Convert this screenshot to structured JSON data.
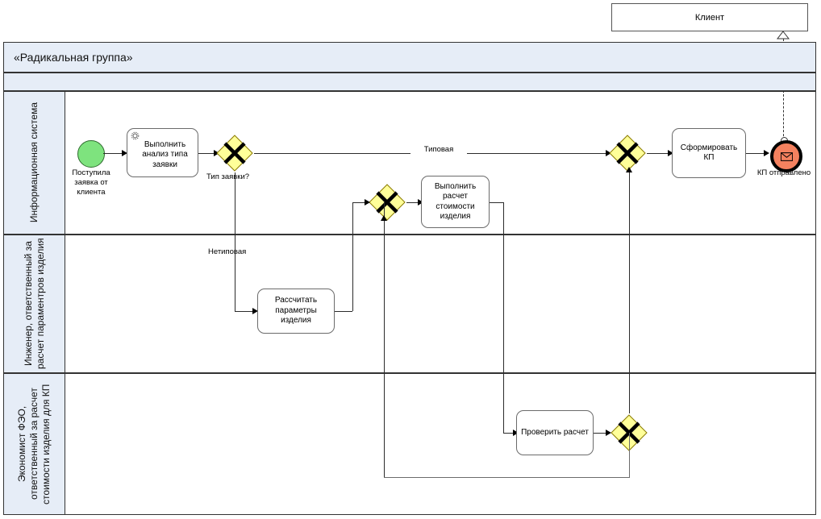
{
  "diagram": {
    "type": "bpmn-collaboration",
    "title": "«Радикальная группа»",
    "external_participant": {
      "label": "Клиент"
    },
    "lanes": [
      {
        "id": "lane-information-system",
        "label": "Информационная система"
      },
      {
        "id": "lane-engineer",
        "label": "Инженер, ответственный за расчет параментров изделия"
      },
      {
        "id": "lane-economist",
        "label": "Экономист ФЭО, ответственный за расчет стоимости изделия для КП"
      }
    ],
    "events": [
      {
        "id": "start-event",
        "kind": "start",
        "label": "Поступила\nзаявка от\nклиента",
        "color": "#7ee37e"
      },
      {
        "id": "end-event-message",
        "kind": "end-message",
        "label": "КП отправлено",
        "color": "#f4815f"
      }
    ],
    "tasks": [
      {
        "id": "task-analyze-request-type",
        "label": "Выполнить\nанализ типа\nзаявки",
        "marker": "service-gear",
        "lane": "lane-information-system"
      },
      {
        "id": "task-generate-kp",
        "label": "Сформировать\nКП",
        "marker": "none",
        "lane": "lane-information-system"
      },
      {
        "id": "task-calc-product-cost",
        "label": "Выполнить\nрасчет\nстоимости\nизделия",
        "marker": "none",
        "lane": "lane-information-system"
      },
      {
        "id": "task-calc-product-params",
        "label": "Рассчитать\nпараметры\nизделия",
        "marker": "none",
        "lane": "lane-engineer"
      },
      {
        "id": "task-verify-calculation",
        "label": "Проверить\nрасчет",
        "marker": "none",
        "lane": "lane-economist"
      }
    ],
    "gateways": [
      {
        "id": "gateway-request-type",
        "kind": "exclusive",
        "label": "Тип заявки?",
        "color": "#ffff99"
      },
      {
        "id": "gateway-merge-cost",
        "kind": "exclusive",
        "label": "",
        "color": "#ffff99"
      },
      {
        "id": "gateway-merge-final",
        "kind": "exclusive",
        "label": "",
        "color": "#ffff99"
      },
      {
        "id": "gateway-check-result",
        "kind": "exclusive",
        "label": "",
        "color": "#ffff99"
      }
    ],
    "flow_labels": [
      {
        "id": "flow-label-typical",
        "text": "Типовая"
      },
      {
        "id": "flow-label-atypical",
        "text": "Нетиповая"
      }
    ],
    "colors": {
      "lane_header_fill": "#e6edf7",
      "gateway_fill": "#ffff99",
      "start_event_fill": "#7ee37e",
      "end_event_fill": "#f4815f",
      "line": "#2b2b2b",
      "shape_border": "#6b6b6b"
    }
  }
}
